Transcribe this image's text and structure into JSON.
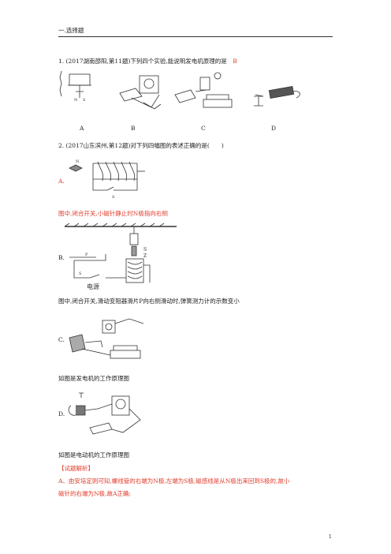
{
  "section_title": "一.选择题",
  "q1": {
    "stem": "1. (2017湖南邵阳,第11题)下列四个实验,能说明发电机原理的是",
    "answer": "B",
    "options": [
      "A",
      "B",
      "C",
      "D"
    ]
  },
  "q2": {
    "stem": "2. (2017山东滨州,第12题)对下列四幅图的表述正确的是(　　)",
    "a_label": "A.",
    "a_text": "图中,闭合开关,小磁针静止时N极指向右侧",
    "a_fig": {
      "n": "N",
      "s": "S"
    },
    "b_label": "B.",
    "b_text": "图中,闭合开关,滑动变阻器滑片P向右侧滑动时,弹簧测力计的示数变小",
    "b_fig": {
      "s": "S",
      "z": "Z",
      "p": "P",
      "power": "电源"
    },
    "c_label": "C.",
    "c_text": "如图是发电机的工作原理图",
    "d_label": "D.",
    "d_text": "如图是电动机的工作原理图"
  },
  "analysis": {
    "title": "【试题解析】",
    "line1": "A、由安培定则可知,螺线管的右端为N极,左端为S极,磁感线是从N极出来回到S极的,故小",
    "line2": "磁针的右端为N极,故A正确;"
  },
  "page_number": "1"
}
